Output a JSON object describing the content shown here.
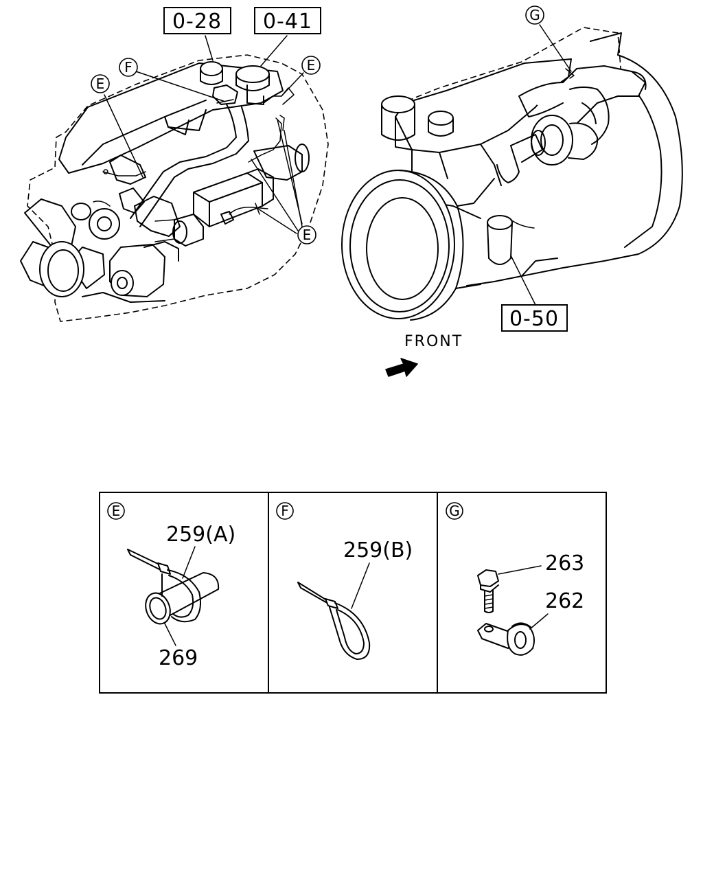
{
  "ref_boxes": [
    {
      "id": "ref-0-28",
      "text": "0-28"
    },
    {
      "id": "ref-0-41",
      "text": "0-41"
    },
    {
      "id": "ref-0-50",
      "text": "0-50"
    }
  ],
  "callouts": {
    "left_F": "F",
    "left_E1": "E",
    "left_E2": "E",
    "left_E3": "E",
    "right_G": "G"
  },
  "front_label": "FRONT",
  "detail_panels": [
    {
      "key": "E",
      "parts": [
        "259(A)",
        "269"
      ]
    },
    {
      "key": "F",
      "parts": [
        "259(B)"
      ]
    },
    {
      "key": "G",
      "parts": [
        "263",
        "262"
      ]
    }
  ]
}
